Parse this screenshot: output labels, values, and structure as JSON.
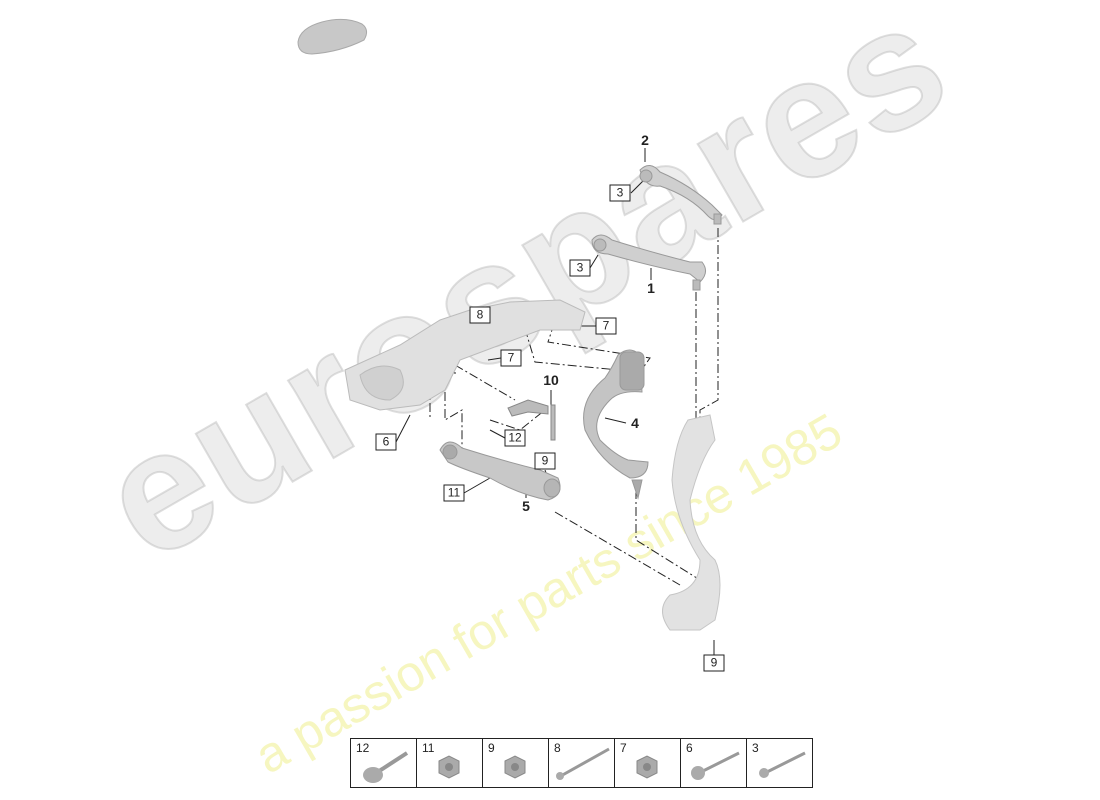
{
  "watermark": {
    "brand": "eurospares",
    "tagline": "a passion for parts since 1985"
  },
  "callouts": [
    {
      "id": "c2",
      "text": "2",
      "style": "bold"
    },
    {
      "id": "c3a",
      "text": "3",
      "style": "box"
    },
    {
      "id": "c3b",
      "text": "3",
      "style": "box"
    },
    {
      "id": "c1",
      "text": "1",
      "style": "bold"
    },
    {
      "id": "c8",
      "text": "8",
      "style": "box"
    },
    {
      "id": "c7a",
      "text": "7",
      "style": "box"
    },
    {
      "id": "c7b",
      "text": "7",
      "style": "box"
    },
    {
      "id": "c10",
      "text": "10",
      "style": "bold"
    },
    {
      "id": "c4",
      "text": "4",
      "style": "bold"
    },
    {
      "id": "c12",
      "text": "12",
      "style": "box"
    },
    {
      "id": "c6",
      "text": "6",
      "style": "box"
    },
    {
      "id": "c9a",
      "text": "9",
      "style": "box"
    },
    {
      "id": "c11",
      "text": "11",
      "style": "box"
    },
    {
      "id": "c5",
      "text": "5",
      "style": "bold"
    },
    {
      "id": "c9b",
      "text": "9",
      "style": "box"
    }
  ],
  "parts_table": [
    {
      "number": "12",
      "icon": "flange-bolt-icon"
    },
    {
      "number": "11",
      "icon": "hex-nut-icon"
    },
    {
      "number": "9",
      "icon": "hex-nut-icon"
    },
    {
      "number": "8",
      "icon": "long-bolt-icon"
    },
    {
      "number": "7",
      "icon": "hex-nut-icon"
    },
    {
      "number": "6",
      "icon": "round-head-bolt-icon"
    },
    {
      "number": "3",
      "icon": "hex-bolt-icon"
    }
  ],
  "colors": {
    "part": "#cfcfcf",
    "part_shade": "#a9a9a9",
    "line": "#222222",
    "watermark_tag": "#f0f096"
  }
}
